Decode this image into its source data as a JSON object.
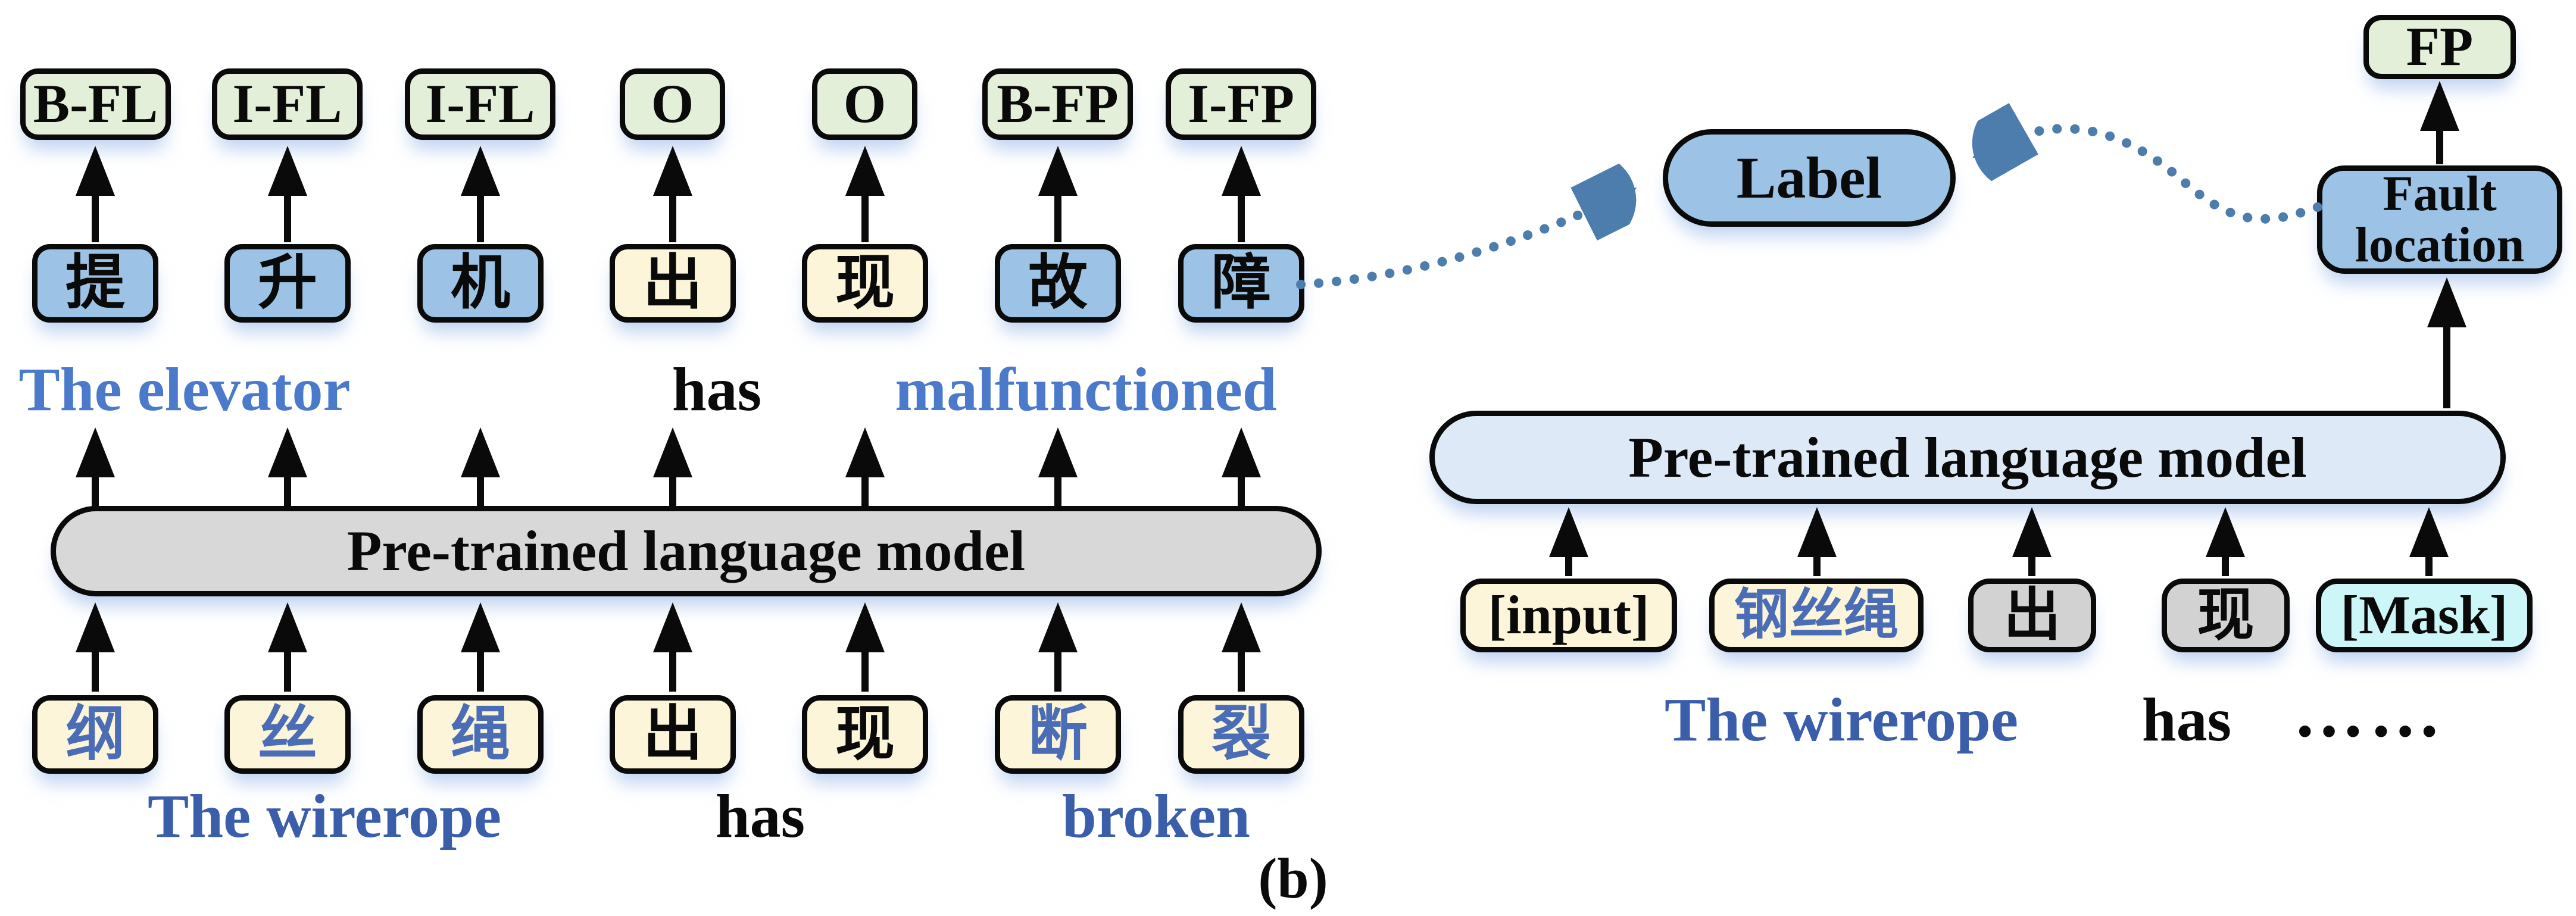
{
  "figure": {
    "caption": "(b)"
  },
  "palette": {
    "tag-green": "#e4efd9",
    "box-blue": "#9cc3e6",
    "box-cream": "#fcf5da",
    "box-gray": "#d2d2d2",
    "box-cyan": "#ccf6f7",
    "plm-gray": "#d8d8d8",
    "plm-blue": "#dde9f7",
    "text-blue": "#4a7ac9",
    "text-navy": "#3a5ea9",
    "cjk-blue": "#4a6db6",
    "dash-blue": "#4d7dad",
    "ink": "#0a0a0a"
  },
  "left": {
    "tags": [
      {
        "label": "B-FL"
      },
      {
        "label": "I-FL"
      },
      {
        "label": "I-FL"
      },
      {
        "label": "O"
      },
      {
        "label": "O"
      },
      {
        "label": "B-FP"
      },
      {
        "label": "I-FP"
      }
    ],
    "top_tokens": [
      {
        "char": "提"
      },
      {
        "char": "升"
      },
      {
        "char": "机"
      },
      {
        "char": "出"
      },
      {
        "char": "现"
      },
      {
        "char": "故"
      },
      {
        "char": "障"
      }
    ],
    "sentence_top": [
      {
        "text": "The elevator"
      },
      {
        "text": "has"
      },
      {
        "text": "malfunctioned"
      }
    ],
    "plm_label": "Pre-trained language model",
    "bottom_tokens": [
      {
        "char": "纲"
      },
      {
        "char": "丝"
      },
      {
        "char": "绳"
      },
      {
        "char": "出"
      },
      {
        "char": "现"
      },
      {
        "char": "断"
      },
      {
        "char": "裂"
      }
    ],
    "sentence_bottom": [
      {
        "text": "The wirerope"
      },
      {
        "text": "has"
      },
      {
        "text": "broken"
      }
    ]
  },
  "right": {
    "label_box": "Label",
    "fp_box": "FP",
    "fault_location_line1": "Fault",
    "fault_location_line2": "location",
    "plm_label": "Pre-trained language model",
    "tokens": [
      {
        "text": "[input]"
      },
      {
        "text": "钢丝绳"
      },
      {
        "text": "出"
      },
      {
        "text": "现"
      },
      {
        "text": "[Mask]"
      }
    ],
    "sentence": [
      {
        "text": "The wirerope"
      },
      {
        "text": "has"
      },
      {
        "text": "……"
      }
    ]
  }
}
